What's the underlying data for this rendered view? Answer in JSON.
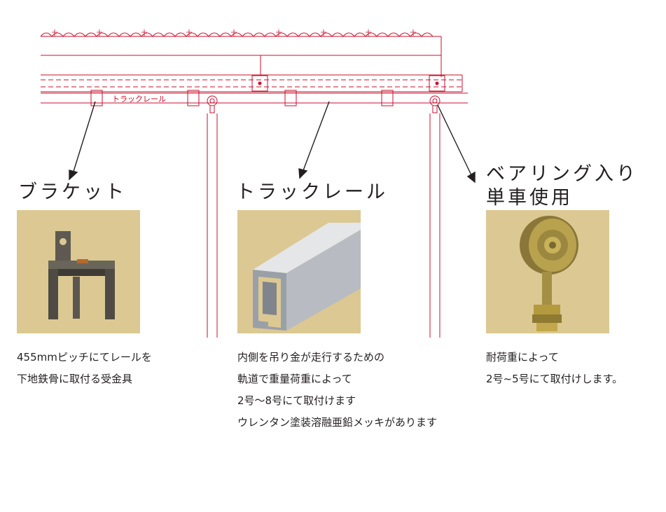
{
  "diagram": {
    "rail_label": "トラックレール"
  },
  "components": [
    {
      "id": "bracket",
      "title_lines": [
        "ブラケット"
      ],
      "photo": "bracket-photo",
      "description": [
        "455mmピッチにてレールを",
        "下地鉄骨に取付る受金具"
      ]
    },
    {
      "id": "track-rail",
      "title_lines": [
        "トラックレール"
      ],
      "photo": "track-rail-photo",
      "description": [
        "内側を吊り金が走行するための",
        "軌道で重量荷重によって",
        "2号～8号にて取付けます",
        "ウレンタン塗装溶融亜鉛メッキがあります"
      ]
    },
    {
      "id": "bearing-wheel",
      "title_lines": [
        "ベアリング入り",
        "単車使用"
      ],
      "photo": "bearing-wheel-photo",
      "description": [
        "耐荷重によって",
        "2号~5号にて取付けします。"
      ]
    }
  ],
  "colors": {
    "drawing_line": "#c8102e",
    "photo_background": "#dcc892",
    "text": "#231f20"
  }
}
